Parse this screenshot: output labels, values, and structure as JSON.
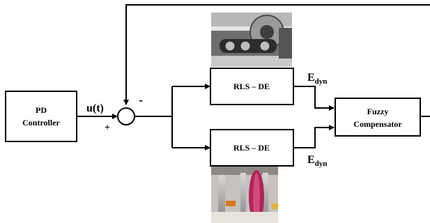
{
  "blocks": {
    "pd_controller": {
      "line1": "PD",
      "line2": "Controller"
    },
    "rls_de_top": {
      "label": "RLS – DE"
    },
    "rls_de_bottom": {
      "label": "RLS – DE"
    },
    "fuzzy_compensator": {
      "line1": "Fuzzy",
      "line2": "Compensator"
    }
  },
  "signals": {
    "control_input": "u(t)",
    "plus_sign": "+",
    "minus_sign": "-",
    "edyn_top": {
      "main": "E",
      "sub": "dyn"
    },
    "edyn_bottom": {
      "main": "E",
      "sub": "dyn"
    }
  },
  "photos": {
    "top": "mechanism-photo-top",
    "bottom": "robot-wheel-photo-bottom"
  }
}
